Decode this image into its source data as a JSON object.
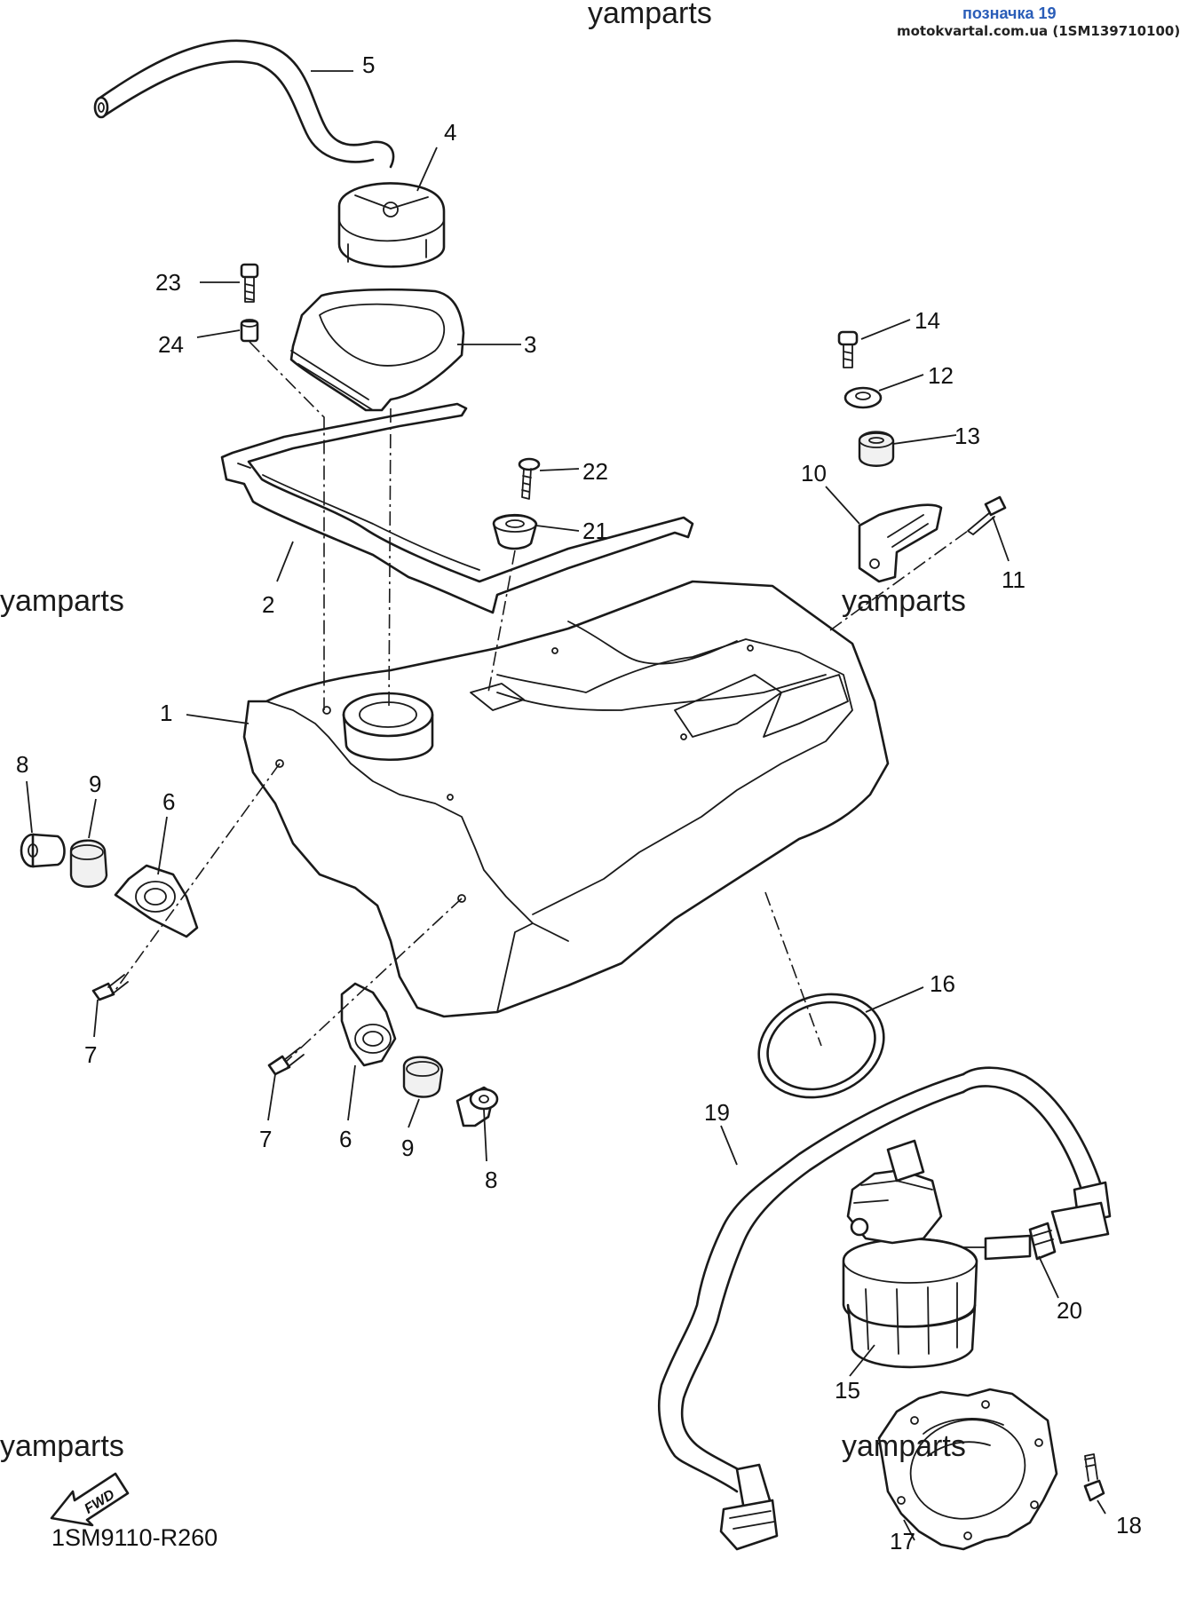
{
  "header": {
    "reference": "позначка 19",
    "source": "motokvartal.com.ua (1SM139710100)"
  },
  "watermark": "yamparts",
  "diagram_code": "1SM9110-R260",
  "fwd_label": "FWD",
  "callouts": {
    "n1": "1",
    "n2": "2",
    "n3": "3",
    "n4": "4",
    "n5": "5",
    "n6a": "6",
    "n6b": "6",
    "n7a": "7",
    "n7b": "7",
    "n8a": "8",
    "n8b": "8",
    "n9a": "9",
    "n9b": "9",
    "n10": "10",
    "n11": "11",
    "n12": "12",
    "n13": "13",
    "n14": "14",
    "n15": "15",
    "n16": "16",
    "n17": "17",
    "n18": "18",
    "n19": "19",
    "n20": "20",
    "n21": "21",
    "n22": "22",
    "n23": "23",
    "n24": "24"
  }
}
